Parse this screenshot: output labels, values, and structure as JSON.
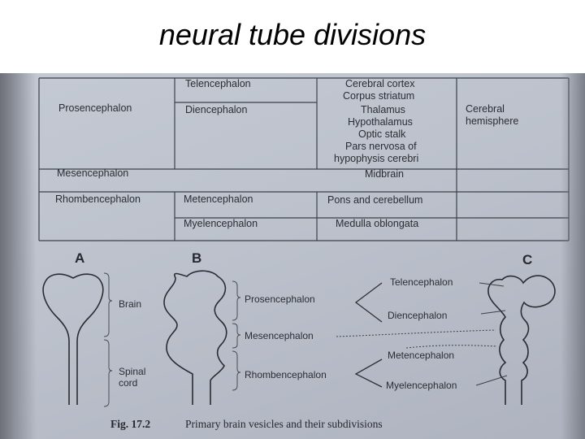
{
  "title": "neural tube divisions",
  "table": {
    "rows": [
      {
        "primary": "Prosencephalon",
        "secondary": [
          "Telencephalon",
          "Diencephalon"
        ],
        "derivatives_tel": [
          "Cerebral cortex",
          "Corpus striatum"
        ],
        "derivatives_di": [
          "Thalamus",
          "Hypothalamus",
          "Optic stalk",
          "Pars nervosa of",
          "hypophysis cerebri"
        ],
        "group": [
          "Cerebral",
          "hemisphere"
        ]
      },
      {
        "primary": "Mesencephalon",
        "derivative": "Midbrain"
      },
      {
        "primary": "Rhombencephalon",
        "secondary": [
          "Metencephalon",
          "Myelencephalon"
        ],
        "derivatives": [
          "Pons and cerebellum",
          "Medulla oblongata"
        ]
      }
    ]
  },
  "figure": {
    "panels": [
      "A",
      "B",
      "C"
    ],
    "a_labels": {
      "brain": "Brain",
      "spinal": [
        "Spinal",
        "cord"
      ]
    },
    "b_labels": [
      "Prosencephalon",
      "Mesencephalon",
      "Rhombencephalon"
    ],
    "c_labels": [
      "Telencephalon",
      "Diencephalon",
      "Metencephalon",
      "Myelencephalon"
    ],
    "caption_num": "Fig. 17.2",
    "caption_text": "Primary brain vesicles and their subdivisions"
  }
}
